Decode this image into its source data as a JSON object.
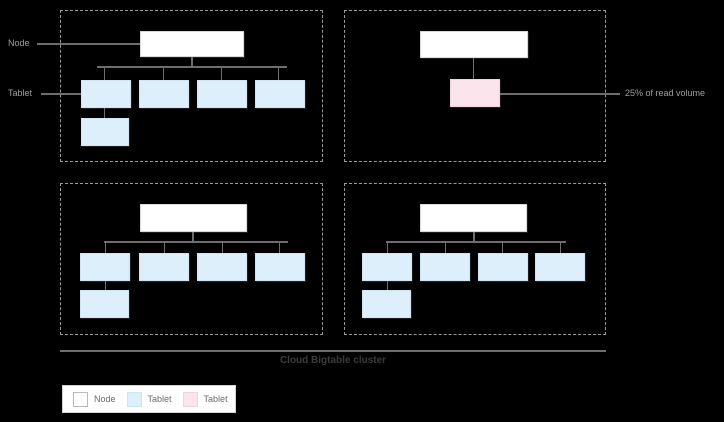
{
  "diagram": {
    "caption": "Cloud Bigtable cluster",
    "labels": {
      "node": "Node",
      "tablet": "Tablet",
      "read_volume": "25% of read volume"
    },
    "colors": {
      "background": "#000000",
      "node_fill": "#ffffff",
      "tablet_fill": "#ddeffa",
      "tablet_hot_fill": "#fce4ec",
      "connector": "#6e6e6e",
      "frame_dash": "#9a9a9a",
      "label_text": "#9e9e9e",
      "caption_text": "#3c3c3c"
    },
    "quadrants": [
      {
        "name": "top-left",
        "node_count": 1,
        "tablet_count": 5,
        "hot_tablet_count": 0
      },
      {
        "name": "top-right",
        "node_count": 1,
        "tablet_count": 0,
        "hot_tablet_count": 1
      },
      {
        "name": "bottom-left",
        "node_count": 1,
        "tablet_count": 5,
        "hot_tablet_count": 0
      },
      {
        "name": "bottom-right",
        "node_count": 1,
        "tablet_count": 5,
        "hot_tablet_count": 0
      }
    ]
  },
  "legend": {
    "items": [
      {
        "label": "Node",
        "swatch": "node"
      },
      {
        "label": "Tablet",
        "swatch": "tablet"
      },
      {
        "label": "Tablet",
        "swatch": "tablet-hot"
      }
    ]
  }
}
